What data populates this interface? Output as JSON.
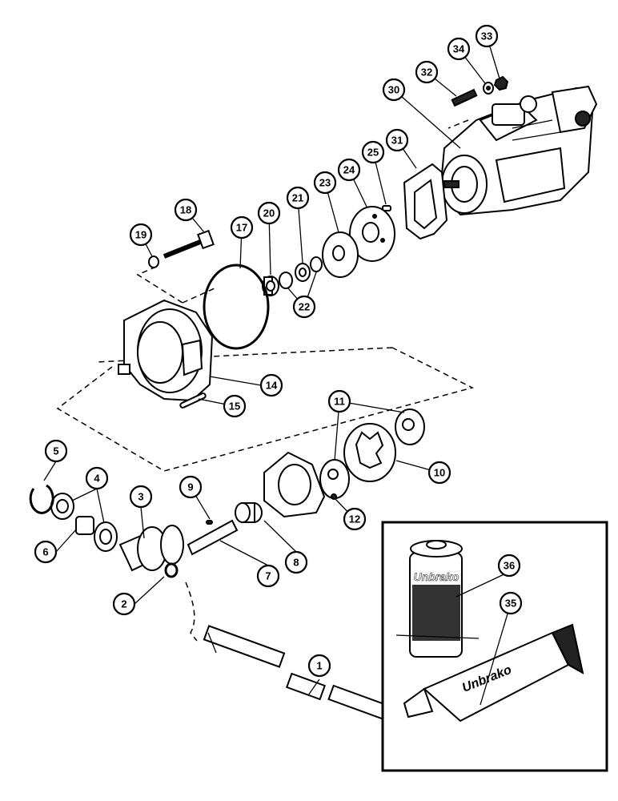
{
  "diagram": {
    "callouts": [
      {
        "id": "1",
        "label": "1"
      },
      {
        "id": "2",
        "label": "2"
      },
      {
        "id": "3",
        "label": "3"
      },
      {
        "id": "4",
        "label": "4"
      },
      {
        "id": "5",
        "label": "5"
      },
      {
        "id": "6",
        "label": "6"
      },
      {
        "id": "7",
        "label": "7"
      },
      {
        "id": "8",
        "label": "8"
      },
      {
        "id": "9",
        "label": "9"
      },
      {
        "id": "10",
        "label": "10"
      },
      {
        "id": "11",
        "label": "11"
      },
      {
        "id": "12",
        "label": "12"
      },
      {
        "id": "14",
        "label": "14"
      },
      {
        "id": "15",
        "label": "15"
      },
      {
        "id": "17",
        "label": "17"
      },
      {
        "id": "18",
        "label": "18"
      },
      {
        "id": "19",
        "label": "19"
      },
      {
        "id": "20",
        "label": "20"
      },
      {
        "id": "21",
        "label": "21"
      },
      {
        "id": "22",
        "label": "22"
      },
      {
        "id": "23",
        "label": "23"
      },
      {
        "id": "24",
        "label": "24"
      },
      {
        "id": "25",
        "label": "25"
      },
      {
        "id": "30",
        "label": "30"
      },
      {
        "id": "31",
        "label": "31"
      },
      {
        "id": "32",
        "label": "32"
      },
      {
        "id": "33",
        "label": "33"
      },
      {
        "id": "34",
        "label": "34"
      },
      {
        "id": "35",
        "label": "35"
      },
      {
        "id": "36",
        "label": "36"
      }
    ],
    "products": {
      "can_brand": "Unbrako",
      "tube_brand": "Unbrako"
    }
  },
  "colors": {
    "ink": "#000000",
    "paper": "#ffffff"
  }
}
